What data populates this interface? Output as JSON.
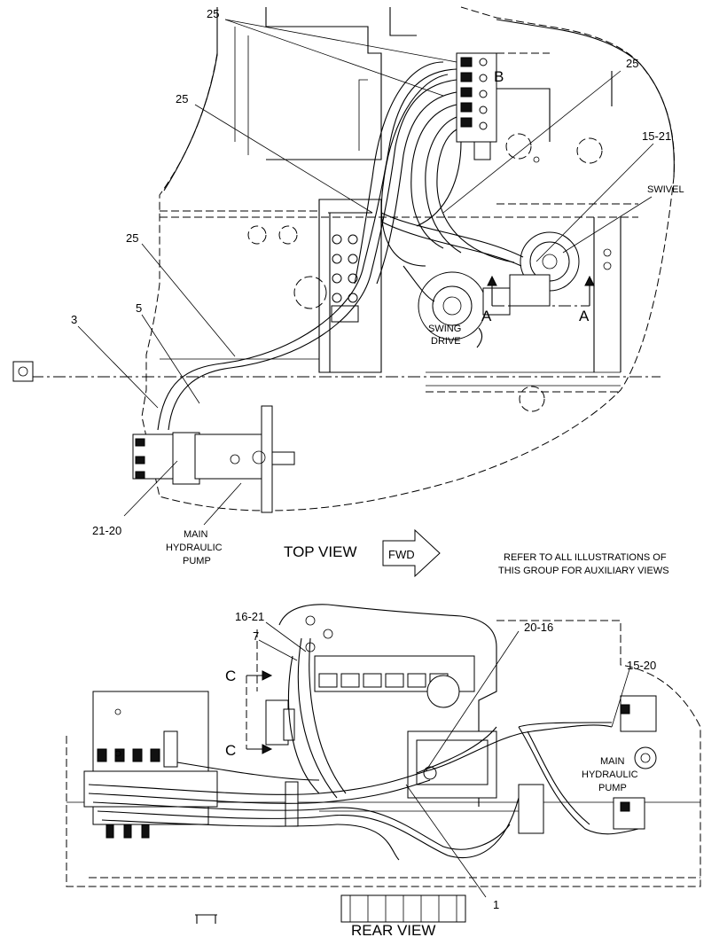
{
  "top_view": {
    "callouts": {
      "c25_a": "25",
      "c25_b": "25",
      "c25_c": "25",
      "c25_d": "25",
      "c15_21": "15-21",
      "c3": "3",
      "c5": "5",
      "c21_20": "21-20"
    },
    "labels": {
      "swivel": "SWIVEL",
      "b": "B",
      "a_left": "A",
      "a_right": "A",
      "swing_1": "SWING",
      "swing_2": "DRIVE",
      "pump_1": "MAIN",
      "pump_2": "HYDRAULIC",
      "pump_3": "PUMP"
    },
    "title": "TOP VIEW",
    "fwd": "FWD",
    "note_1": "REFER TO ALL ILLUSTRATIONS OF",
    "note_2": "THIS GROUP FOR AUXILIARY VIEWS"
  },
  "rear_view": {
    "callouts": {
      "c16_21": "16-21",
      "c7": "7",
      "c20_16": "20-16",
      "c15_20": "15-20",
      "c1": "1"
    },
    "labels": {
      "c_top": "C",
      "c_bottom": "C",
      "pump_1": "MAIN",
      "pump_2": "HYDRAULIC",
      "pump_3": "PUMP"
    },
    "title": "REAR VIEW"
  },
  "icons": {
    "fwd_arrow": "fwd-arrow-icon",
    "section_marker": "section-arrow-icon",
    "target": "target-icon"
  }
}
